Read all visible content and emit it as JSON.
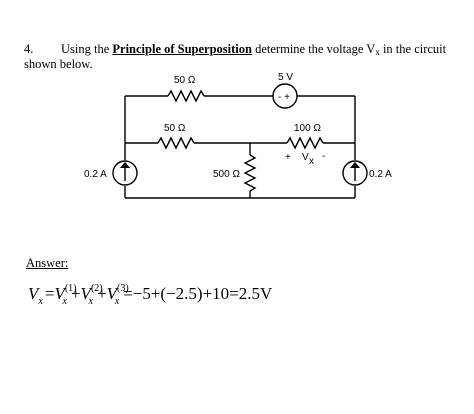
{
  "question": {
    "number": "4.",
    "prefix": "Using the ",
    "emphasis": "Principle of Superposition",
    "suffix": " determine the voltage V",
    "var_subscript": "x",
    "tail": " in the circuit",
    "line2": "shown below."
  },
  "circuit": {
    "r_top": "50 Ω",
    "vsource": "5 V",
    "vsource_symbol": "( - + )",
    "r_mid_left": "50 Ω",
    "r_mid_right": "100 Ω",
    "vx_plus": "+",
    "vx_label": "V",
    "vx_sub": "x",
    "vx_minus": "-",
    "isource_left": "0.2 A",
    "r_center": "500 Ω",
    "isource_right": "0.2 A"
  },
  "answer": {
    "label": "Answer:",
    "eq_lhs": "V",
    "eq_lhs_sub": "x",
    "eq_eq": "=",
    "t1": "V",
    "t1_sup": "(1)",
    "t1_sub": "x",
    "plus": "+",
    "t2": "V",
    "t2_sup": "(2)",
    "t2_sub": "x",
    "t3": "V",
    "t3_sup": "(3)",
    "t3_sub": "x",
    "rhs": "=−5+(−2.5)+10=2.5V"
  }
}
